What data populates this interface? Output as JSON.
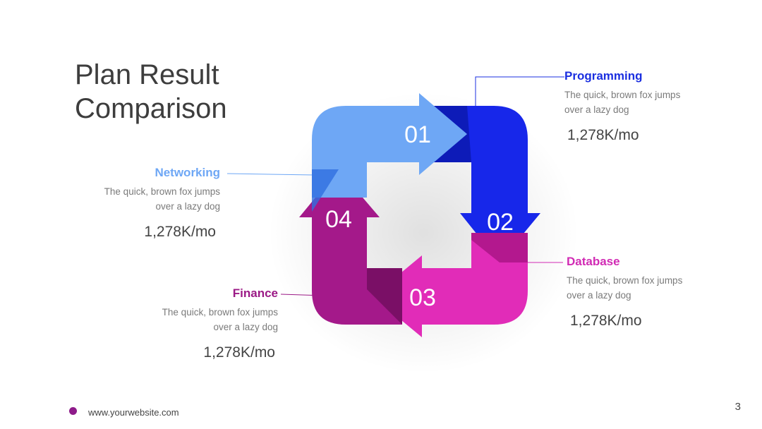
{
  "slide": {
    "title": "Plan Result Comparison",
    "footer_url": "www.yourwebsite.com",
    "page_number": "3"
  },
  "steps": [
    {
      "number": "01",
      "label": "Programming",
      "desc": "The quick, brown fox jumps over a lazy dog",
      "value": "1,278K/mo",
      "color": "#1b2fe0"
    },
    {
      "number": "02",
      "label": "Database",
      "desc": "The quick, brown fox jumps over a lazy dog",
      "value": "1,278K/mo",
      "color": "#d12bb4"
    },
    {
      "number": "03",
      "label": "Finance",
      "desc": "The quick, brown fox jumps over a lazy dog",
      "value": "1,278K/mo",
      "color": "#9b1a86"
    },
    {
      "number": "04",
      "label": "Networking",
      "desc": "The quick, brown fox jumps over a lazy dog",
      "value": "1,278K/mo",
      "color": "#6ea7f5"
    }
  ]
}
